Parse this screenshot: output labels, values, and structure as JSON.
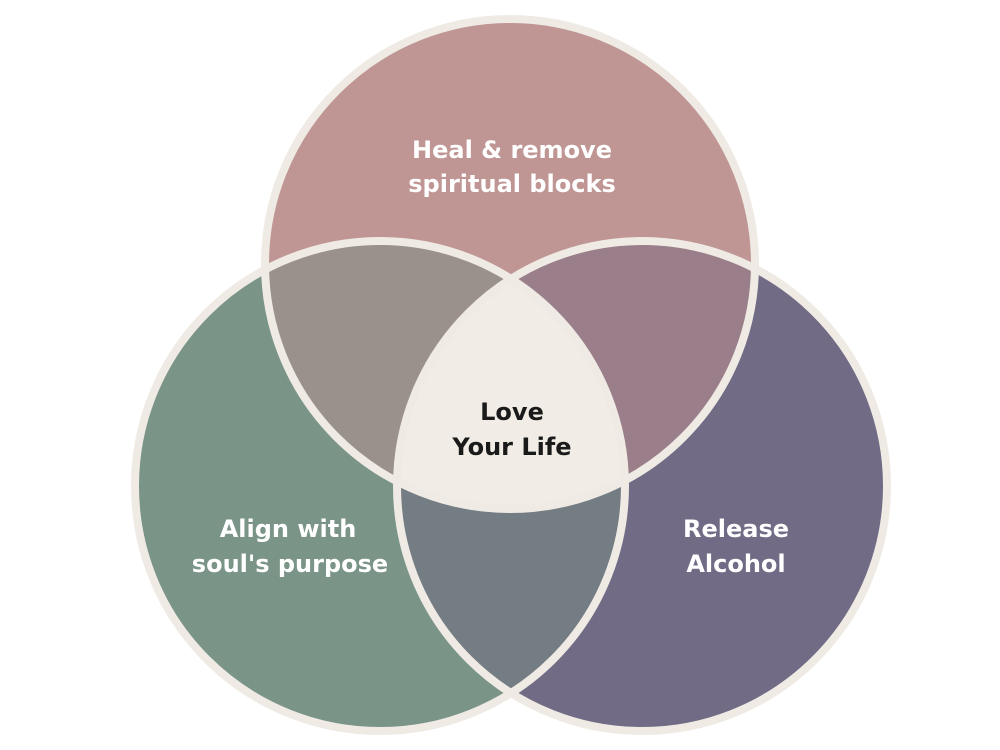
{
  "diagram": {
    "type": "venn-3",
    "top": {
      "line1": "Heal & remove",
      "line2": "spiritual blocks",
      "color": "#bf9694"
    },
    "left": {
      "line1": "Align with",
      "line2": "soul's purpose",
      "color": "#7b9488"
    },
    "right": {
      "line1": "Release",
      "line2": "Alcohol",
      "color": "#716b85"
    },
    "center": {
      "line1": "Love",
      "line2": "Your Life",
      "color": "#f1ede6"
    },
    "overlap_colors": {
      "top_left": "#9a918b",
      "top_right": "#9a7f8a",
      "left_right": "#747c84"
    },
    "border_color": "#efebe4"
  }
}
